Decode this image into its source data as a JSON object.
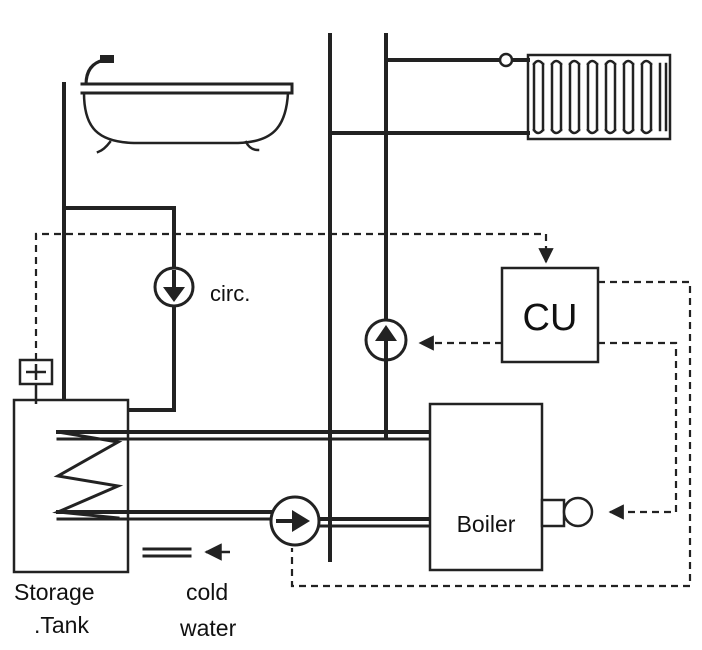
{
  "labels": {
    "circ": "circ.",
    "cu": "CU",
    "boiler": "Boiler",
    "storage": "Storage",
    "tank": ".Tank",
    "cold": "cold",
    "water": "water"
  },
  "icons": {
    "bathtub": "bathtub-icon",
    "radiator": "radiator-icon",
    "circulation_pump": "pump-down-arrow-icon",
    "heating_pump": "pump-up-arrow-icon",
    "charging_pump": "pump-right-arrow-icon",
    "burner": "burner-fan-icon",
    "sensor": "temperature-sensor-icon",
    "radiator_valve": "valve-icon"
  }
}
